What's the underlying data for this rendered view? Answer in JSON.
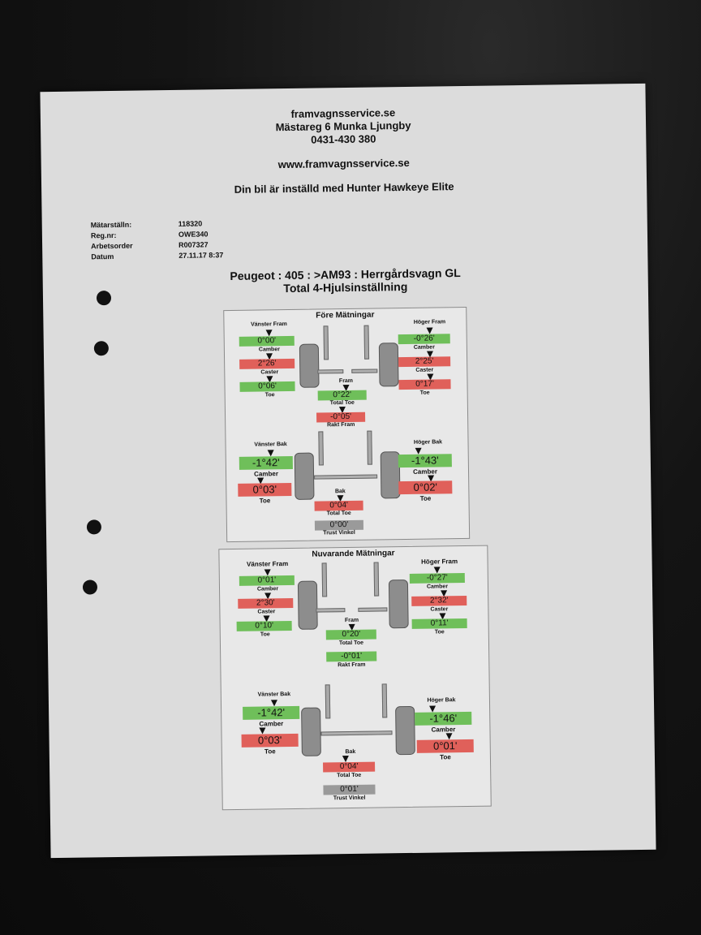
{
  "header": {
    "company": "framvagnsservice.se",
    "address": "Mästareg 6 Munka Ljungby",
    "phone": "0431-430 380",
    "website": "www.framvagnsservice.se",
    "tagline": "Din bil är inställd med Hunter Hawkeye Elite"
  },
  "info": [
    {
      "label": "Mätarställn:",
      "value": "118320"
    },
    {
      "label": "Reg.nr:",
      "value": "OWE340"
    },
    {
      "label": "Arbetsorder",
      "value": "R007327"
    },
    {
      "label": "Datum",
      "value": "27.11.17 8:37"
    }
  ],
  "vehicle": {
    "model": "Peugeot : 405 : >AM93 : Herrgårdsvagn GL",
    "service": "Total 4-Hjulsinställning"
  },
  "before": {
    "title": "Före Mätningar",
    "front_left_title": "Vänster Fram",
    "front_right_title": "Höger Fram",
    "fl_camber": "0°00'",
    "fr_camber": "-0°26'",
    "fl_caster": "2°26'",
    "fr_caster": "2°25'",
    "fl_toe": "0°06'",
    "fr_toe": "0°17'",
    "fram_label": "Fram",
    "front_total_toe": "0°22'",
    "front_thrust": "-0°05'",
    "rear_left_title": "Vänster Bak",
    "rear_right_title": "Höger Bak",
    "rl_camber": "-1°42'",
    "rr_camber": "-1°43'",
    "rl_toe": "0°03'",
    "rr_toe": "0°02'",
    "bak_label": "Bak",
    "rear_total_toe": "0°04'",
    "thrust": "0°00'"
  },
  "after": {
    "title": "Nuvarande Mätningar",
    "front_left_title": "Vänster Fram",
    "front_right_title": "Höger Fram",
    "fl_camber": "0°01'",
    "fr_camber": "-0°27'",
    "fl_caster": "2°30'",
    "fr_caster": "2°32'",
    "fl_toe": "0°10'",
    "fr_toe": "0°11'",
    "fram_label": "Fram",
    "front_total_toe": "0°20'",
    "front_thrust": "-0°01'",
    "rear_left_title": "Vänster Bak",
    "rear_right_title": "Höger Bak",
    "rl_camber": "-1°42'",
    "rr_camber": "-1°46'",
    "rl_toe": "0°03'",
    "rr_toe": "0°01'",
    "bak_label": "Bak",
    "rear_total_toe": "0°04'",
    "thrust": "0°01'"
  },
  "labels": {
    "camber": "Camber",
    "caster": "Caster",
    "toe": "Toe",
    "total_toe": "Total Toe",
    "rakt_fram": "Rakt Fram",
    "trust_vinkel": "Trust Vinkel"
  },
  "colors": {
    "in_spec": "#6fbf5a",
    "out_of_spec": "#e0605a",
    "neutral": "#9a9a9a"
  }
}
